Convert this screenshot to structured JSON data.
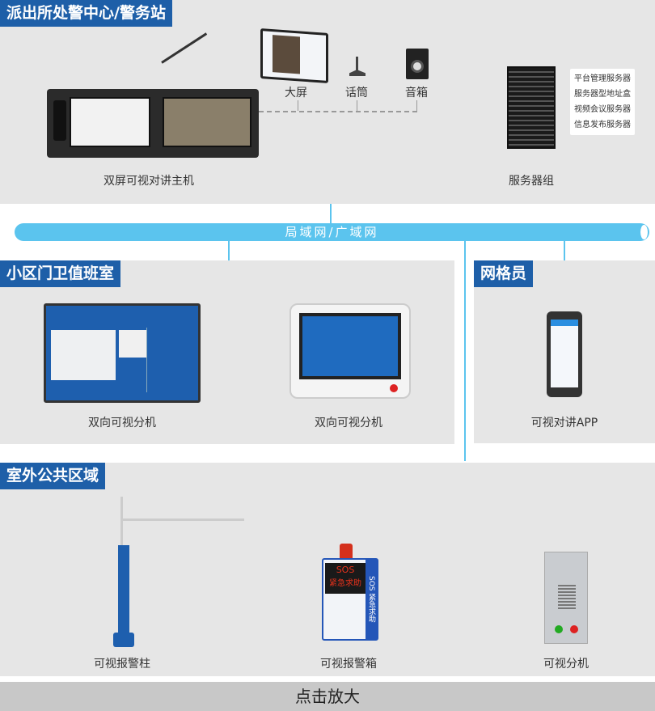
{
  "sections": {
    "station": {
      "title": "派出所处警中心/警务站",
      "devices": {
        "host": "双屏可视对讲主机",
        "big_screen": "大屏",
        "microphone": "话筒",
        "speaker": "音箱",
        "server_group": "服务器组"
      },
      "server_list": [
        "平台管理服务器",
        "服务器型地址盒",
        "视频会议服务器",
        "信息发布服务器"
      ]
    },
    "network": {
      "label": "局域网/广域网"
    },
    "guard_room": {
      "title": "小区门卫值班室",
      "devices": [
        "双向可视分机",
        "双向可视分机"
      ]
    },
    "grid_staff": {
      "title": "网格员",
      "devices": [
        "可视对讲APP"
      ]
    },
    "outdoor": {
      "title": "室外公共区域",
      "devices": [
        "可视报警柱",
        "可视报警箱",
        "可视分机"
      ],
      "sos_box": {
        "display_top": "SOS",
        "display_bottom": "紧急求助",
        "side": "SOS 紧急求助"
      }
    }
  },
  "footer": {
    "zoom_button": "点击放大"
  },
  "colors": {
    "title_bg": "#1e5fa8",
    "network": "#5bc4ee",
    "panel": "#e6e6e6",
    "footer": "#c8c8c8"
  }
}
